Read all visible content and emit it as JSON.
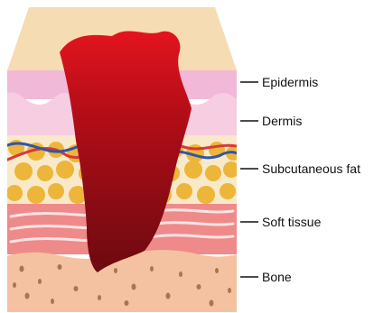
{
  "labels": {
    "epidermis": "Epidermis",
    "dermis": "Dermis",
    "subcutaneous_fat": "Subcutaneous fat",
    "soft_tissue": "Soft tissue",
    "bone": "Bone"
  },
  "colors": {
    "skin_top": "#F6DCB2",
    "epidermis": "#F1B9D7",
    "dermis": "#F7CDE2",
    "fat_bg": "#F8E9C8",
    "fat_globule": "#EDB53A",
    "soft_tissue": "#EF8A8A",
    "bone_bg": "#F4C2A1",
    "bone_speck": "#A8764E",
    "wound_top": "#E3141E",
    "wound_bottom": "#6D0A10",
    "vessel_red": "#D9383A",
    "vessel_blue": "#2F56A8"
  }
}
